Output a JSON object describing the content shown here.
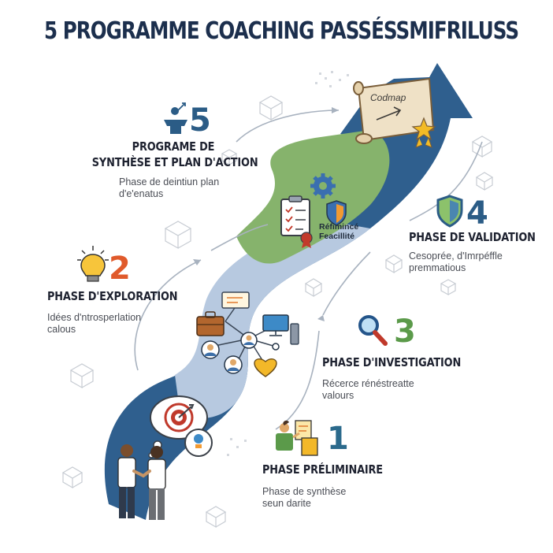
{
  "title": "5 PROGRAMME COACHING PASSÉSSMIFRILUSS",
  "phases": [
    {
      "number": "1",
      "title": "PHASE PRÉLIMINAIRE",
      "desc": [
        "Phase de synthèse",
        "seun darite"
      ],
      "color": "#2b6a8c"
    },
    {
      "number": "2",
      "title": "PHASE D'EXPLORATION",
      "desc": [
        "Idées d'ntrosperlation",
        "calous"
      ],
      "color": "#e05a2b"
    },
    {
      "number": "3",
      "title": "PHASE D'INVESTIGATION",
      "desc": [
        "Récerce rénéstreatte",
        "valours"
      ],
      "color": "#5b9a4a"
    },
    {
      "number": "4",
      "title": "PHASE DE VALIDATION",
      "desc": [
        "Cesoprée, d'Imrpéffle",
        "premmatious"
      ],
      "color": "#2b5c86"
    },
    {
      "number": "5",
      "title": [
        "PROGRAME DE",
        "SYNTHÈSE ET PLAN D'ACTION"
      ],
      "desc": [
        "Phase de deintiun plan",
        "d'e'enatus"
      ],
      "color": "#2b5c86"
    }
  ],
  "scroll_label": "Codmap",
  "clipboard_label": [
    "Réfimincé",
    "Feacillité"
  ],
  "icons": [
    "handshake-people-icon",
    "target-thought-icon",
    "presenter-icon",
    "lightbulb-icon",
    "network-icon",
    "briefcase-icon",
    "monitor-icon",
    "magnifier-icon",
    "clipboard-checklist-icon",
    "gear-icon",
    "shield-icon",
    "scroll-map-icon",
    "star-icon",
    "person-goal-icon",
    "heart-icon"
  ]
}
